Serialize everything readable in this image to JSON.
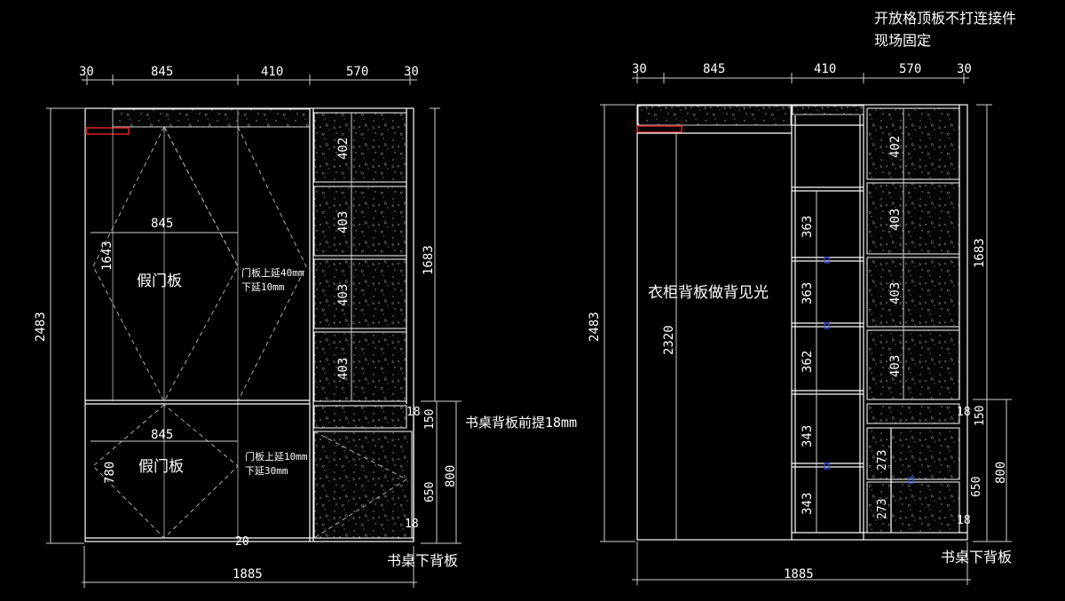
{
  "note": {
    "line1": "开放格顶板不打连接件",
    "line2": "现场固定"
  },
  "left": {
    "top_dims": [
      "30",
      "845",
      "410",
      "570",
      "30"
    ],
    "total_width": "1885",
    "total_height": "2483",
    "right_height_upper": "1683",
    "right_height_lower": "800",
    "shelf_heights": [
      "402",
      "403",
      "403",
      "403"
    ],
    "desk_gap_top": "18",
    "desk_gap_top2": "150",
    "desk_height": "650",
    "desk_bottom": "18",
    "upper_door_width": "845",
    "upper_door_height": "1643",
    "upper_fake_door": "假门板",
    "upper_door_note_1": "门板上延40mm",
    "upper_door_note_2": "下延10mm",
    "lower_door_width": "845",
    "lower_door_height": "780",
    "lower_fake_door": "假门板",
    "lower_door_note_1": "门板上延10mm",
    "lower_door_note_2": "下延30mm",
    "bottom_gap": "20",
    "desk_back_note": "书桌背板前提18mm",
    "desk_lower_back": "书桌下背板"
  },
  "right": {
    "top_dims": [
      "30",
      "845",
      "410",
      "570",
      "30"
    ],
    "total_width": "1885",
    "total_height": "2483",
    "wardrobe_height": "2320",
    "wardrobe_note": "衣柜背板做背见光",
    "middle_shelves": [
      "363",
      "363",
      "362",
      "343",
      "343"
    ],
    "right_shelves": [
      "402",
      "403",
      "403",
      "403"
    ],
    "right_height_upper": "1683",
    "right_height_lower": "800",
    "desk_gap_top": "18",
    "desk_gap_top2": "150",
    "desk_shelves": [
      "273",
      "273"
    ],
    "desk_height": "650",
    "desk_bottom": "18",
    "desk_lower_back": "书桌下背板"
  }
}
